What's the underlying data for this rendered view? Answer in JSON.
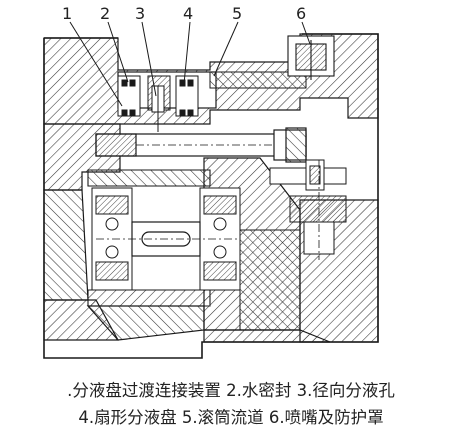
{
  "figure": {
    "callouts": [
      {
        "num": "1"
      },
      {
        "num": "2"
      },
      {
        "num": "3"
      },
      {
        "num": "4"
      },
      {
        "num": "5"
      },
      {
        "num": "6"
      }
    ],
    "caption_lines": [
      ".分液盘过渡连接装置   2.水密封   3.径向分液孔",
      "4.扇形分液盘   5.滚筒流道   6.喷嘴及防护罩"
    ]
  },
  "colors": {
    "ink": "#1a1a1a",
    "paper": "#ffffff",
    "hatch": "#3a3a3a"
  }
}
